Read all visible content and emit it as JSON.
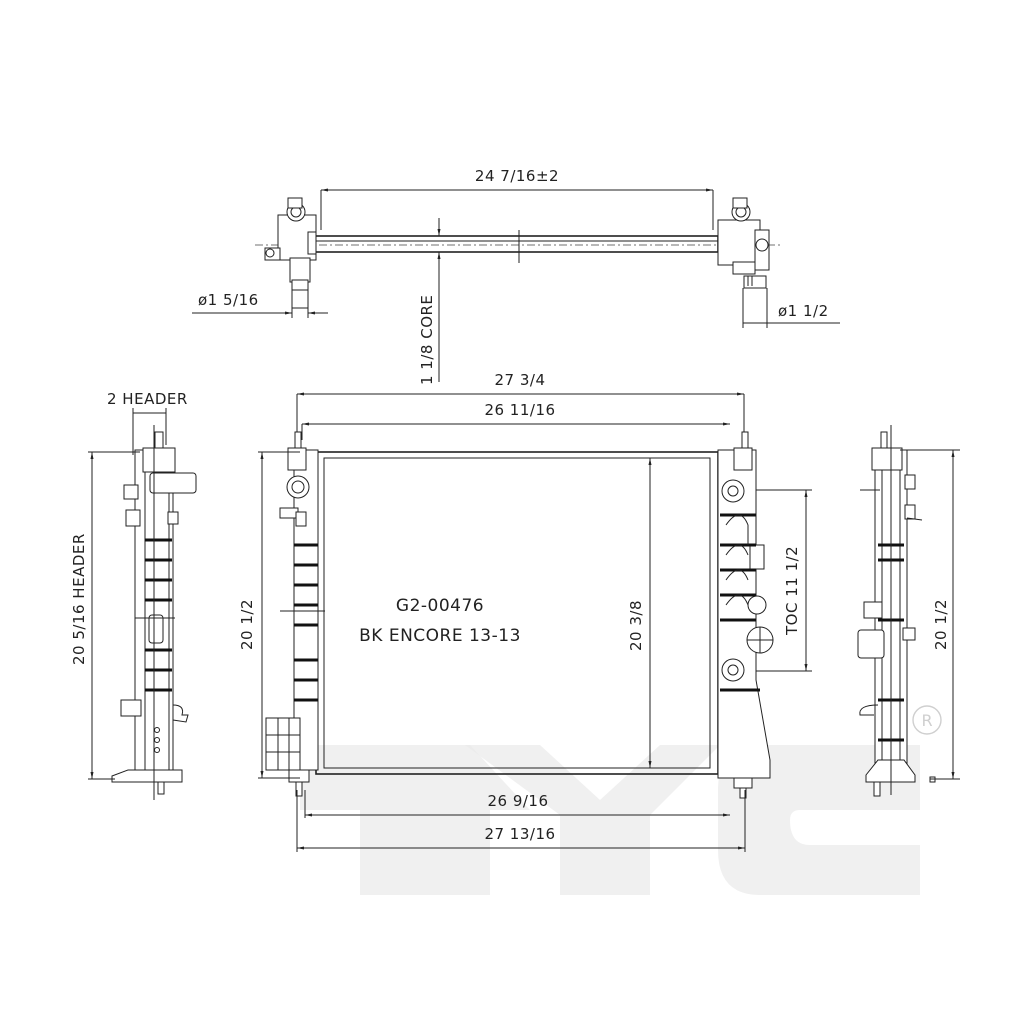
{
  "part": {
    "number": "G2-00476",
    "application": "BK ENCORE 13-13"
  },
  "watermark": {
    "brand": "TYC",
    "registered_mark": "R",
    "color": "#ebebeb"
  },
  "top_view": {
    "overall_label": "24 7/16±2",
    "core_thickness_label": "1 1/8 CORE",
    "inlet_diameter_label": "ø1 5/16",
    "outlet_diameter_label": "ø1 1/2"
  },
  "left_side_view": {
    "header_width_label": "2 HEADER",
    "header_height_label": "20 5/16 HEADER"
  },
  "front_view": {
    "overall_width_top_label": "27 3/4",
    "core_width_top_label": "26 11/16",
    "overall_height_label": "20 1/2",
    "core_height_label": "20 3/8",
    "toc_label": "TOC 11 1/2",
    "core_width_bottom_label": "26 9/16",
    "overall_width_bottom_label": "27 13/16"
  },
  "right_side_view": {
    "height_label": "20 1/2"
  },
  "colors": {
    "line": "#222222",
    "background": "#ffffff"
  }
}
